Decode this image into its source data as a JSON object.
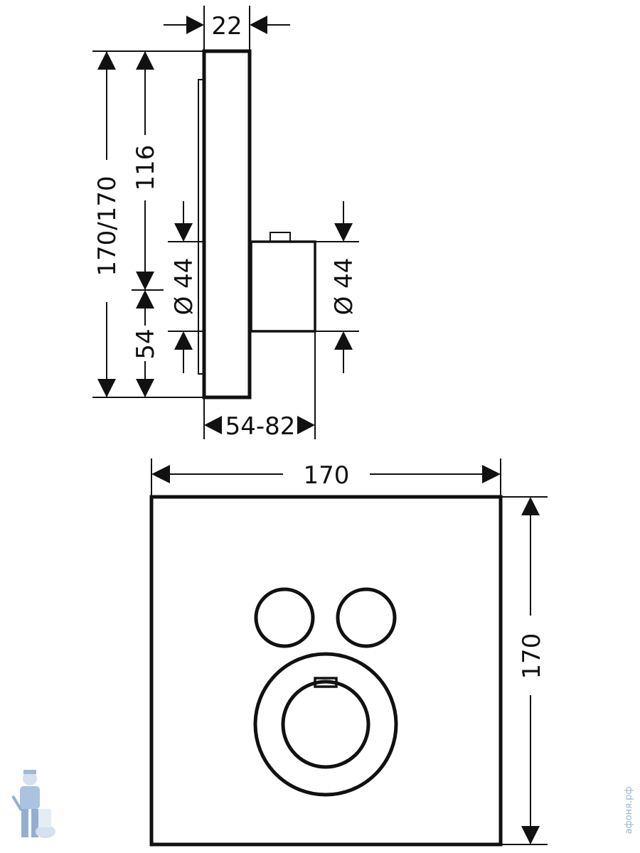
{
  "side_view": {
    "dim_depth": "22",
    "dim_total_height": "170/170",
    "dim_upper_height": "116",
    "dim_lower_height": "54",
    "dim_diameter_left": "Ø 44",
    "dim_diameter_right": "Ø 44",
    "dim_install_depth": "54-82"
  },
  "front_view": {
    "dim_width": "170",
    "dim_height": "170"
  },
  "watermark": {
    "site_text": "афоня.рф",
    "logo_icon": "plumber-mascot-icon"
  },
  "colors": {
    "line": "#111111",
    "background": "#ffffff",
    "watermark": "#9ab4d4"
  }
}
